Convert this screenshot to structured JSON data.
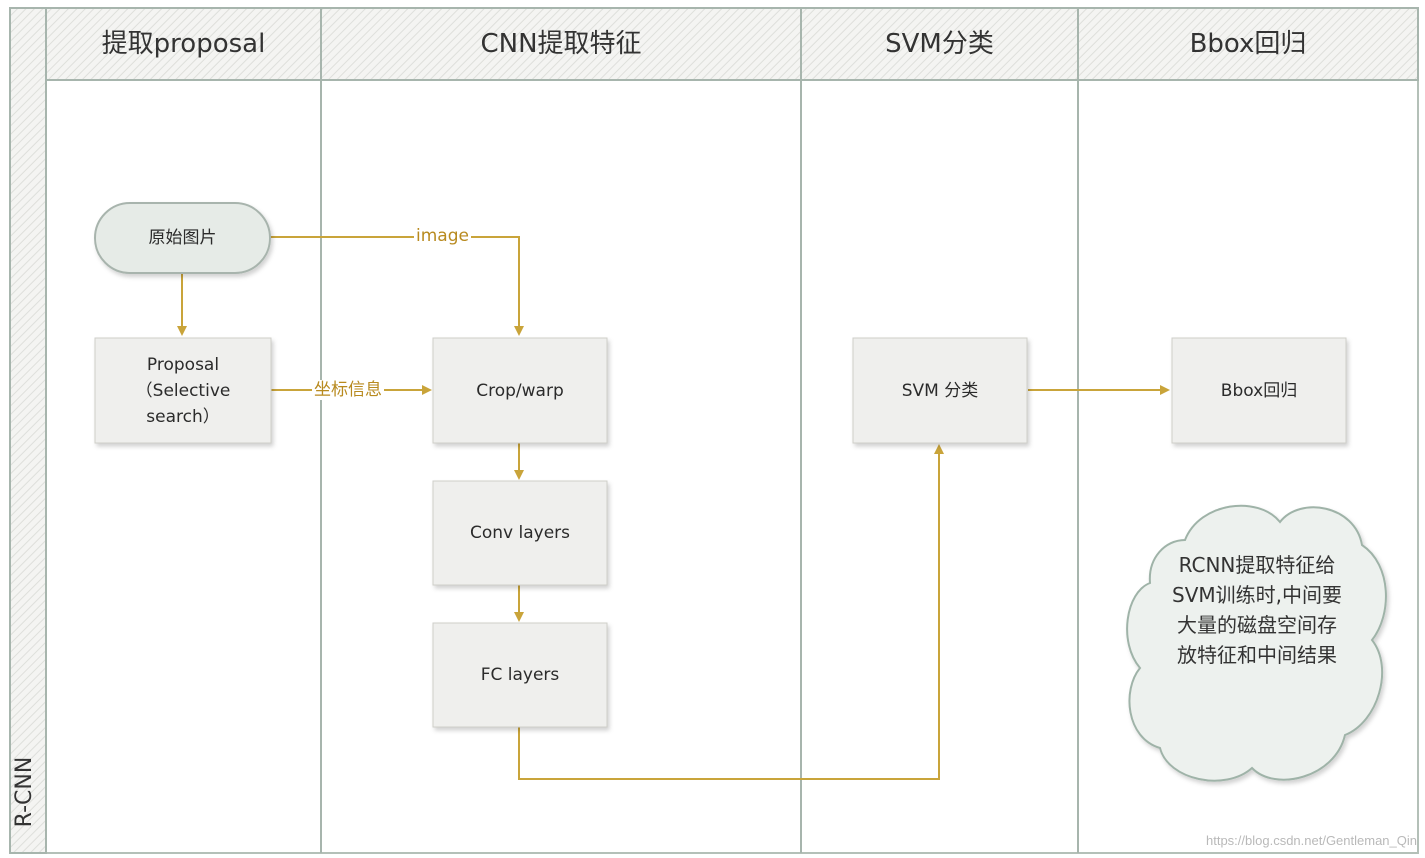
{
  "pool": {
    "label": "R-CNN"
  },
  "lanes": [
    {
      "id": "proposal",
      "title": "提取proposal"
    },
    {
      "id": "cnn",
      "title": "CNN提取特征"
    },
    {
      "id": "svm",
      "title": "SVM分类"
    },
    {
      "id": "bbox",
      "title": "Bbox回归"
    }
  ],
  "nodes": {
    "original_image": "原始图片",
    "proposal": "Proposal\n（Selective\nsearch）",
    "crop_warp": "Crop/warp",
    "conv_layers": "Conv layers",
    "fc_layers": "FC layers",
    "svm": "SVM 分类",
    "bbox": "Bbox回归"
  },
  "edge_labels": {
    "image": "image",
    "coords": "坐标信息"
  },
  "note": "RCNN提取特征给SVM训练时,中间要大量的磁盘空间存放特征和中间结果",
  "watermark": "https://blog.csdn.net/Gentleman_Qin",
  "colors": {
    "arrow": "#c9a43a",
    "edge_label": "#b88a1f",
    "node_fill": "#efefed",
    "cloud_fill": "#edf1ee",
    "cloud_stroke": "#9fb3a8",
    "lane_line": "#a7b5ad"
  }
}
